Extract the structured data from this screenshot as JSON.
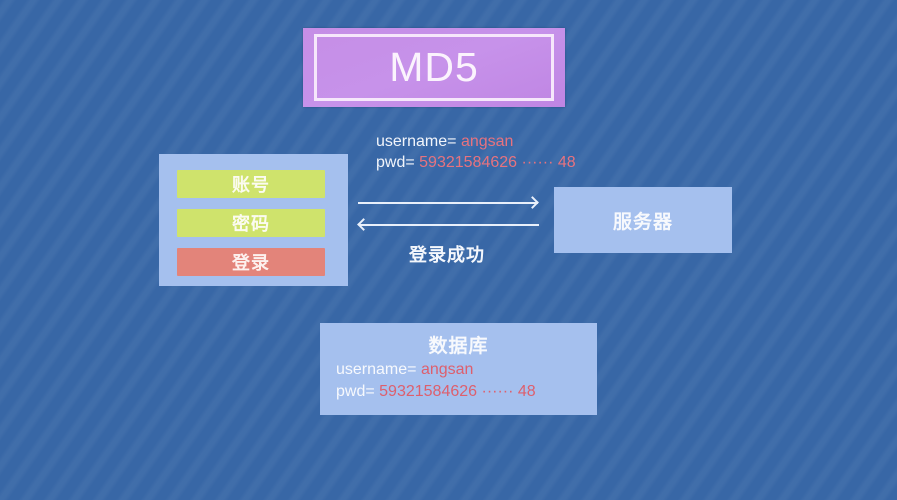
{
  "title": "MD5",
  "transmission": {
    "username_label": "username=",
    "username_value": "angsan",
    "pwd_label": "pwd=",
    "pwd_value": "59321584626 ······ 48"
  },
  "login_panel": {
    "account_label": "账号",
    "password_label": "密码",
    "login_label": "登录"
  },
  "arrows": {
    "request_direction": "client-to-server",
    "response_direction": "server-to-client",
    "response_label": "登录成功"
  },
  "server": {
    "label": "服务器"
  },
  "database": {
    "title": "数据库",
    "username_label": "username=",
    "username_value": "angsan",
    "pwd_label": "pwd=",
    "pwd_value": "59321584626 ······ 48"
  },
  "colors": {
    "background": "#3867a6",
    "title_box": "#c58ee6",
    "panel": "#a5c0ee",
    "field": "#cfe36c",
    "login_button": "#e3847a",
    "value_text": "#e7737f"
  }
}
